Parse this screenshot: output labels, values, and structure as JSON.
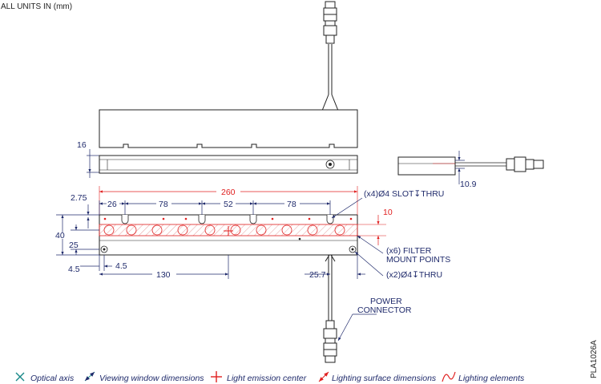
{
  "header": {
    "units_note": "ALL UNITS IN (mm)"
  },
  "top_view": {
    "dim_height": "16"
  },
  "side_view": {
    "dim_offset": "10.9"
  },
  "front_view": {
    "dim_overall_length": "260",
    "dim_spacing": [
      "26",
      "78",
      "52",
      "78"
    ],
    "dim_top_offset": "2.75",
    "dim_overall_height": "40",
    "dim_center_height": "25",
    "dim_bottom_offset": "4.5",
    "dim_side_offset": "4.5",
    "dim_center_x": "130",
    "dim_light_width": "10",
    "dim_connector_offset": "25.7"
  },
  "callouts": {
    "slot": "(x4)Ø4 SLOT↧THRU",
    "filter_line1": "(x6) FILTER",
    "filter_line2": "MOUNT POINTS",
    "thru_holes": "(x2)Ø4↧THRU",
    "power_line1": "POWER",
    "power_line2": "CONNECTOR"
  },
  "legend": {
    "items": [
      {
        "label": "Optical axis",
        "icon": "optical-axis-icon",
        "color": "#1a8a8a"
      },
      {
        "label": "Viewing window dimensions",
        "icon": "viewing-window-icon",
        "color": "#1a8a8a"
      },
      {
        "label": "Light emission center",
        "icon": "light-center-icon",
        "color": "#e02020"
      },
      {
        "label": "Lighting surface dimensions",
        "icon": "lighting-surface-icon",
        "color": "#e02020"
      },
      {
        "label": "Lighting elements",
        "icon": "lighting-elements-icon",
        "color": "#e02020"
      }
    ]
  },
  "drawing_code": "PLA1026A",
  "colors": {
    "dimension": "#1f2a6b",
    "outline": "#222222",
    "lighting": "#e02020",
    "legend_icon": "#1a8a8a"
  }
}
